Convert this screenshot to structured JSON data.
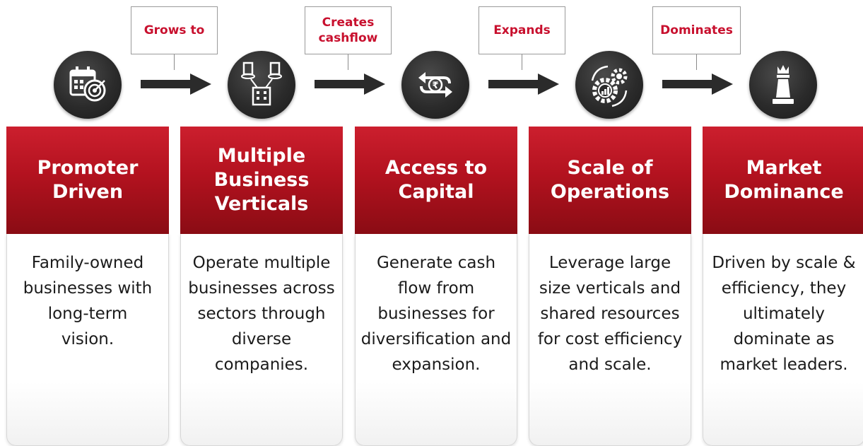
{
  "connectors": [
    {
      "label": "Grows to"
    },
    {
      "label": "Creates cashflow"
    },
    {
      "label": "Expands"
    },
    {
      "label": "Dominates"
    }
  ],
  "stages": [
    {
      "title": "Promoter Driven",
      "icon": "calendar-target-icon",
      "description": "Family-owned businesses with long-term vision."
    },
    {
      "title": "Multiple Business Verticals",
      "icon": "buildings-network-icon",
      "description": "Operate multiple businesses across sectors through diverse companies."
    },
    {
      "title": "Access to Capital",
      "icon": "rupee-cycle-icon",
      "description": "Generate cash flow from businesses for diversification and expansion."
    },
    {
      "title": "Scale of Operations",
      "icon": "gears-chart-icon",
      "description": "Leverage large size verticals and shared resources for cost efficiency and scale."
    },
    {
      "title": "Market Dominance",
      "icon": "chess-king-icon",
      "description": "Driven by scale & efficiency, they ultimately dominate as market leaders."
    }
  ],
  "colors": {
    "accent_red": "#c8102e",
    "header_red": "#b3121f",
    "icon_bg": "#2b2b2b"
  }
}
